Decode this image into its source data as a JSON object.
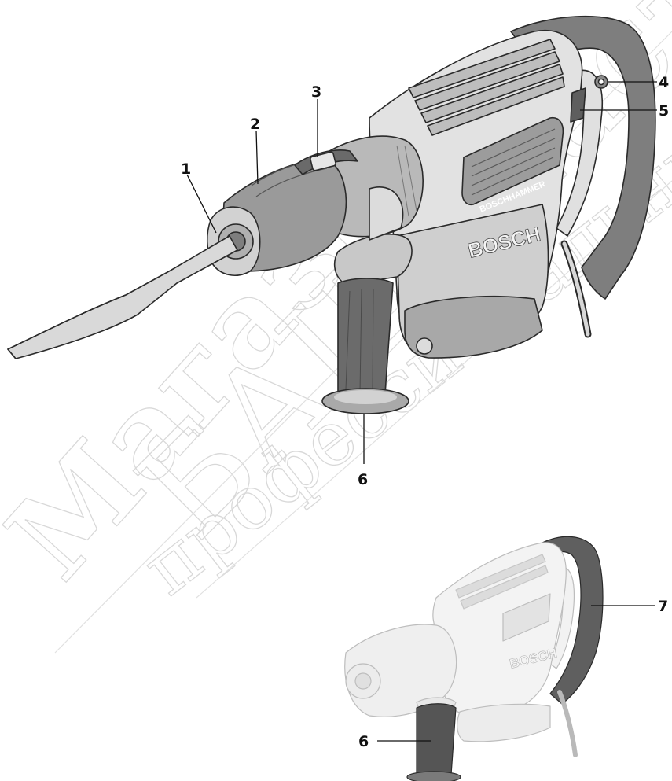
{
  "diagram": {
    "callouts_main": [
      {
        "id": "1",
        "label": "1"
      },
      {
        "id": "2",
        "label": "2"
      },
      {
        "id": "3",
        "label": "3"
      },
      {
        "id": "4",
        "label": "4"
      },
      {
        "id": "5",
        "label": "5"
      },
      {
        "id": "6",
        "label": "6"
      }
    ],
    "callouts_inset": [
      {
        "id": "7",
        "label": "7"
      },
      {
        "id": "6b",
        "label": "6"
      }
    ],
    "tool_branding": {
      "logo": "BOSCH",
      "model_text": "BOSCHHAMMER"
    },
    "watermark": {
      "line1": "Магазин",
      "line2": "БАШ Мастер",
      "line3": "профессиональный"
    },
    "colors": {
      "line": "#2a2a2a",
      "body_light": "#e6e6e6",
      "body_mid": "#c9c9c9",
      "body_dark": "#8e8e8e",
      "grip_dark": "#5a5a5a",
      "inset_fade": "#f2f2f2"
    }
  }
}
